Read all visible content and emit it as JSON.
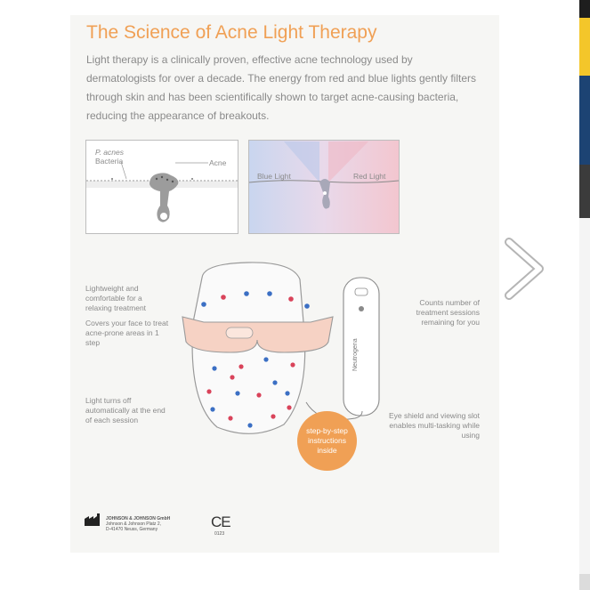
{
  "page": {
    "title": "The Science of Acne Light Therapy",
    "intro": "Light therapy is a clinically proven, effective acne technology used by dermatologists for over a decade. The energy from red and blue lights gently filters through skin and has been scientifically shown to target acne-causing bacteria, reducing the appearance of breakouts."
  },
  "diagram1": {
    "bacteria_label_1": "P. acnes",
    "bacteria_label_2": "Bacteria",
    "acne_label": "Acne"
  },
  "diagram2": {
    "blue_label": "Blue Light",
    "red_label": "Red Light"
  },
  "callouts": {
    "lightweight": "Lightweight and comfortable for a relaxing treatment",
    "covers": "Covers your face to treat acne-prone areas in 1 step",
    "turns_off": "Light turns off automatically at the end of each session",
    "counts": "Counts number of treatment sessions remaining for you",
    "eye_shield": "Eye shield and viewing slot enables multi-tasking while using",
    "badge": "step-by-step instructions inside"
  },
  "device": {
    "brand": "Neutrogena"
  },
  "footer": {
    "company": "JOHNSON & JOHNSON GmbH",
    "address1": "Johnson & Johnson Platz 2,",
    "address2": "D-41470 Neuss, Germany",
    "ce_mark": "CE",
    "ce_number": "0123"
  },
  "colors": {
    "accent": "#f0a055",
    "blue_dot": "#3b6fc4",
    "red_dot": "#d9435a",
    "body_text": "#8a8a8a"
  },
  "icons": {
    "next": "chevron-right-icon",
    "factory": "factory-icon"
  }
}
